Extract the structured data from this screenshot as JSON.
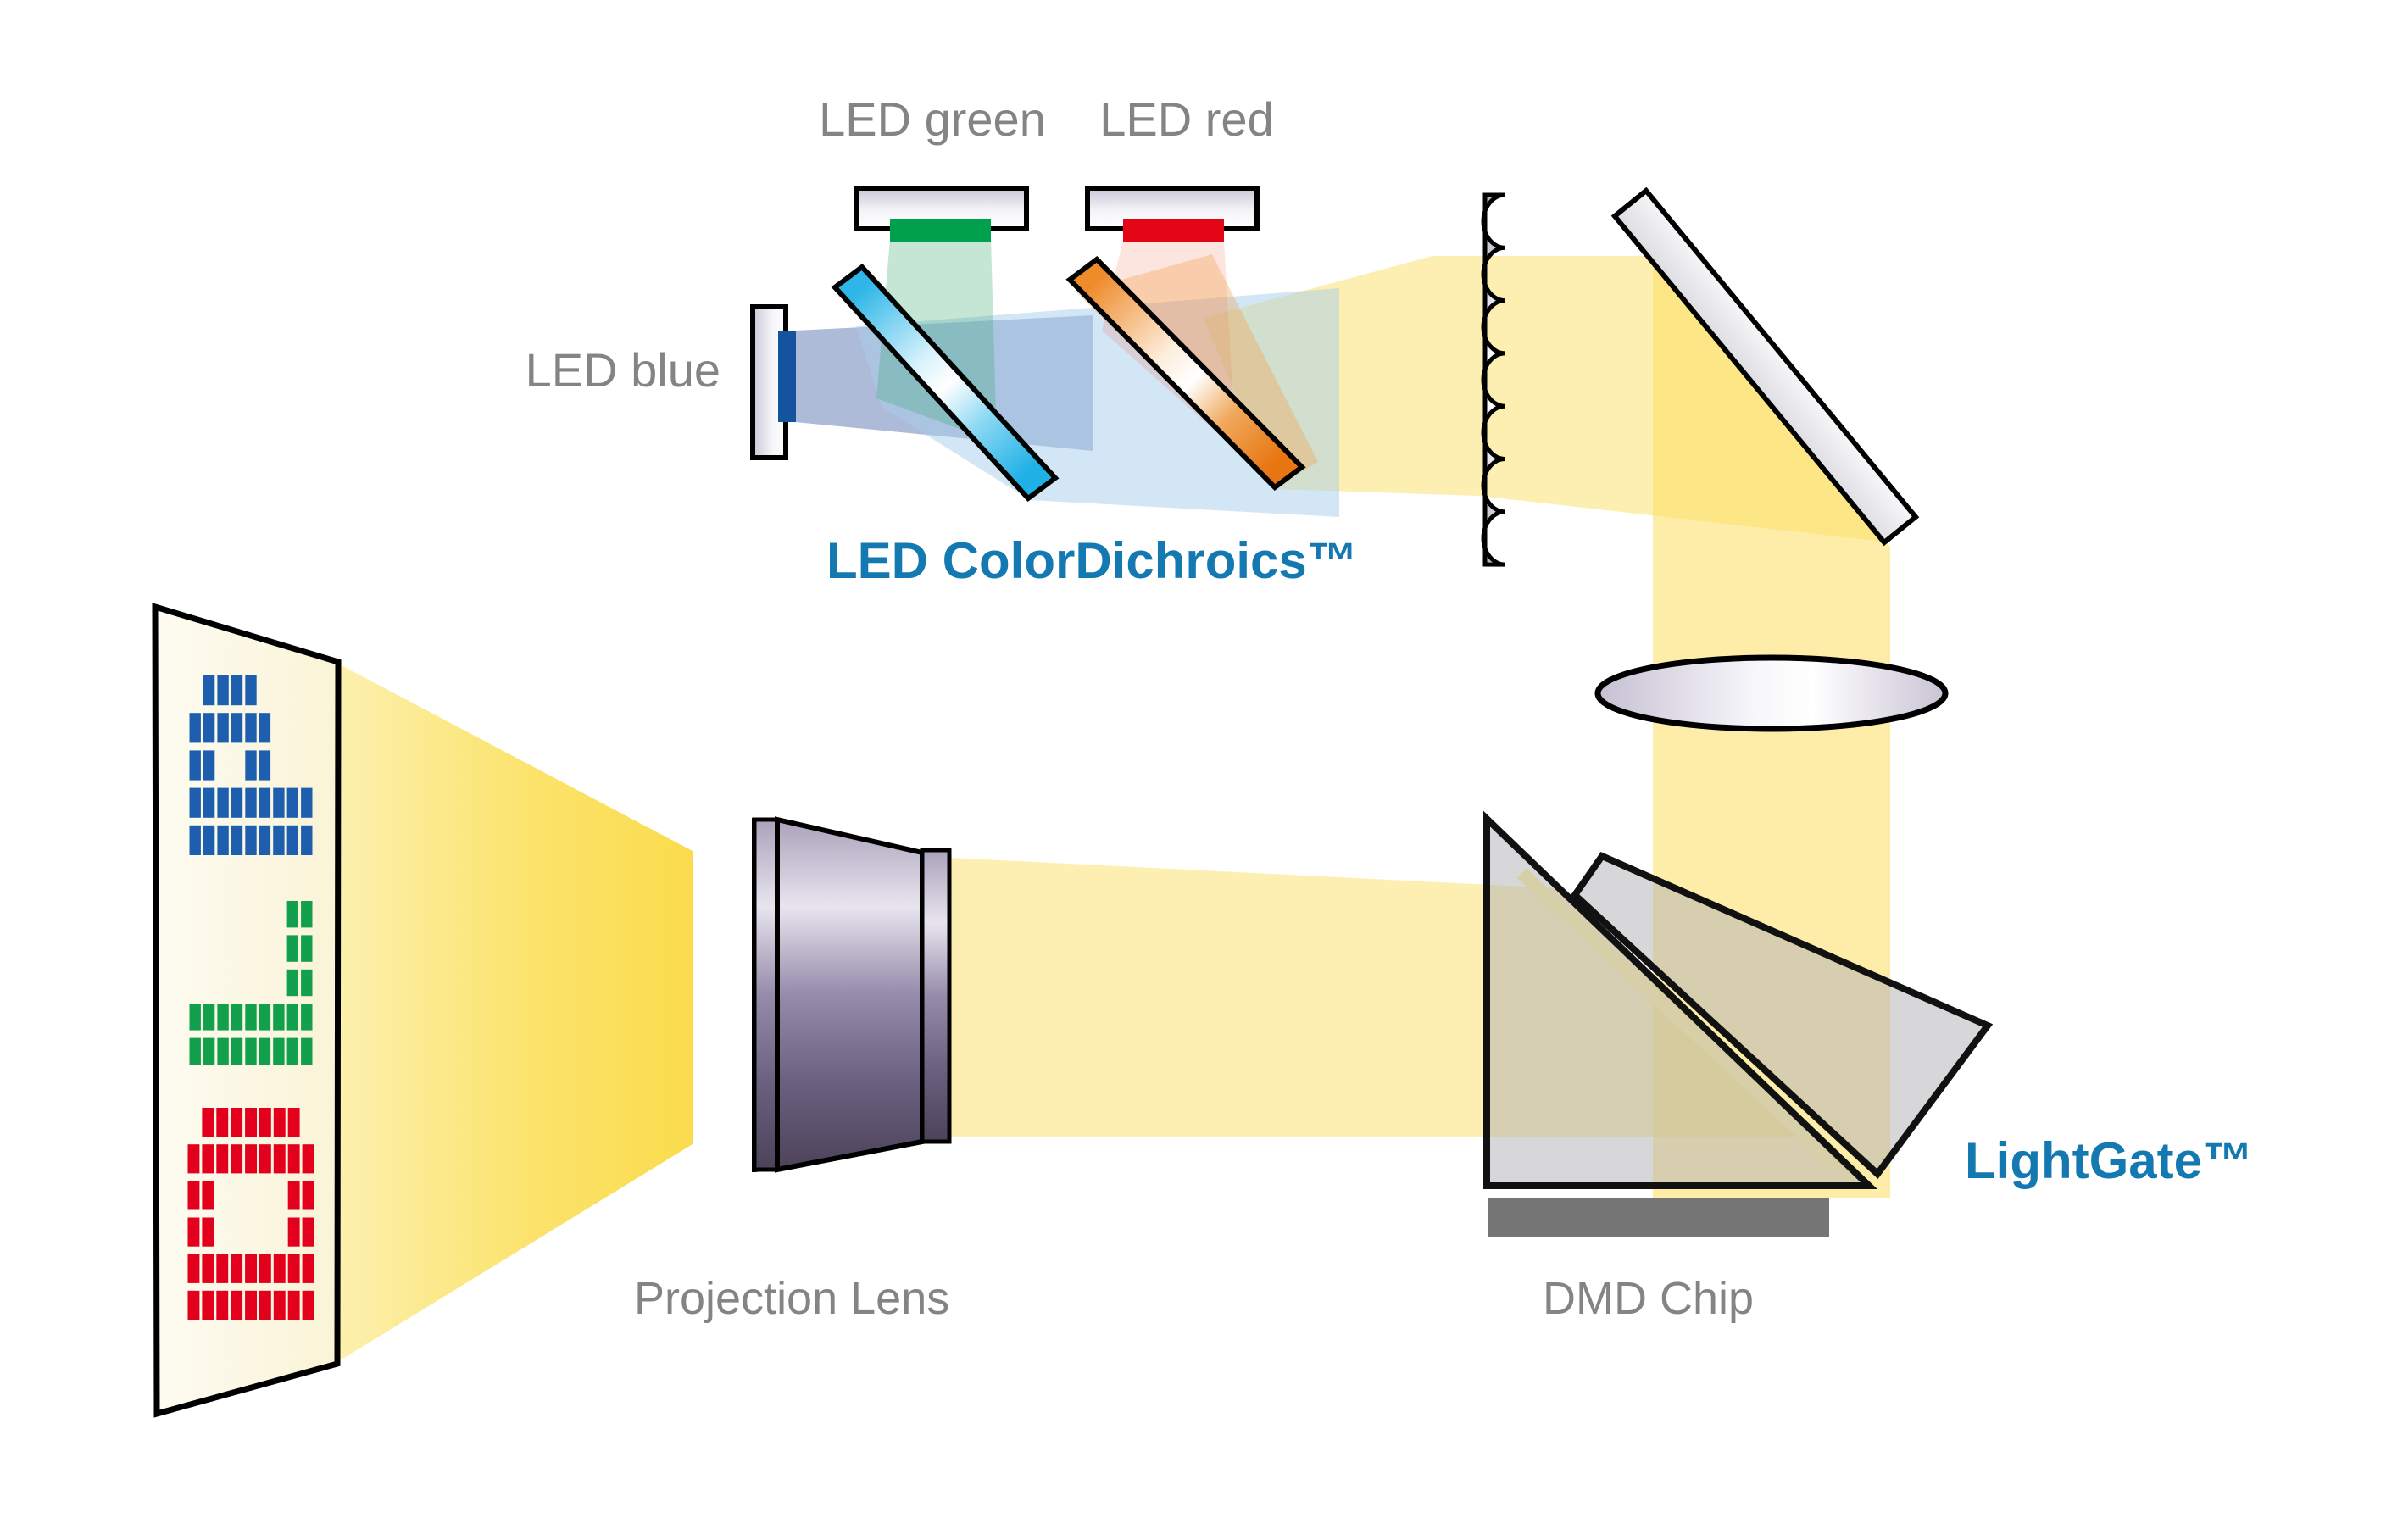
{
  "diagram": {
    "title_context": "DLP LED projector light-path diagram",
    "labels": {
      "led_green": "LED green",
      "led_red": "LED red",
      "led_blue": "LED blue",
      "color_dichroics": "LED ColorDichroics™",
      "lightgate": "LightGate™",
      "dmd_chip": "DMD Chip",
      "projection_lens": "Projection Lens"
    },
    "screen": {
      "text_depicted": "DLP",
      "mosaic": {
        "P": [
          ".XXXX....",
          "XXXXXX...",
          "XX..XX...",
          "XXXXXXXXX",
          "XXXXXXXXX"
        ],
        "L": [
          ".......XX",
          ".......XX",
          ".......XX",
          "XXXXXXXXX",
          "XXXXXXXXX"
        ],
        "D": [
          ".XXXXXXX.",
          "XXXXXXXXX",
          "XX.....XX",
          "XX.....XX",
          "XXXXXXXXX",
          "XXXXXXXXX"
        ]
      }
    },
    "colors": {
      "label_gray": "#848484",
      "heading_blue": "#1478b1",
      "beam_yellow": "#fbdf63",
      "beam_bright_yellow": "#fbdc4e",
      "led_green_emitter": "#00a14d",
      "led_red_emitter": "#e30617",
      "led_blue_emitter": "#14549e",
      "dichroic_cyan": "#2eb6e8",
      "dichroic_orange": "#ee8b2b",
      "dlp_tile_blue": "#1d5fae",
      "dlp_tile_green": "#12a04c",
      "dlp_tile_red": "#e2001c",
      "dmd_chip_gray": "#757575"
    }
  }
}
